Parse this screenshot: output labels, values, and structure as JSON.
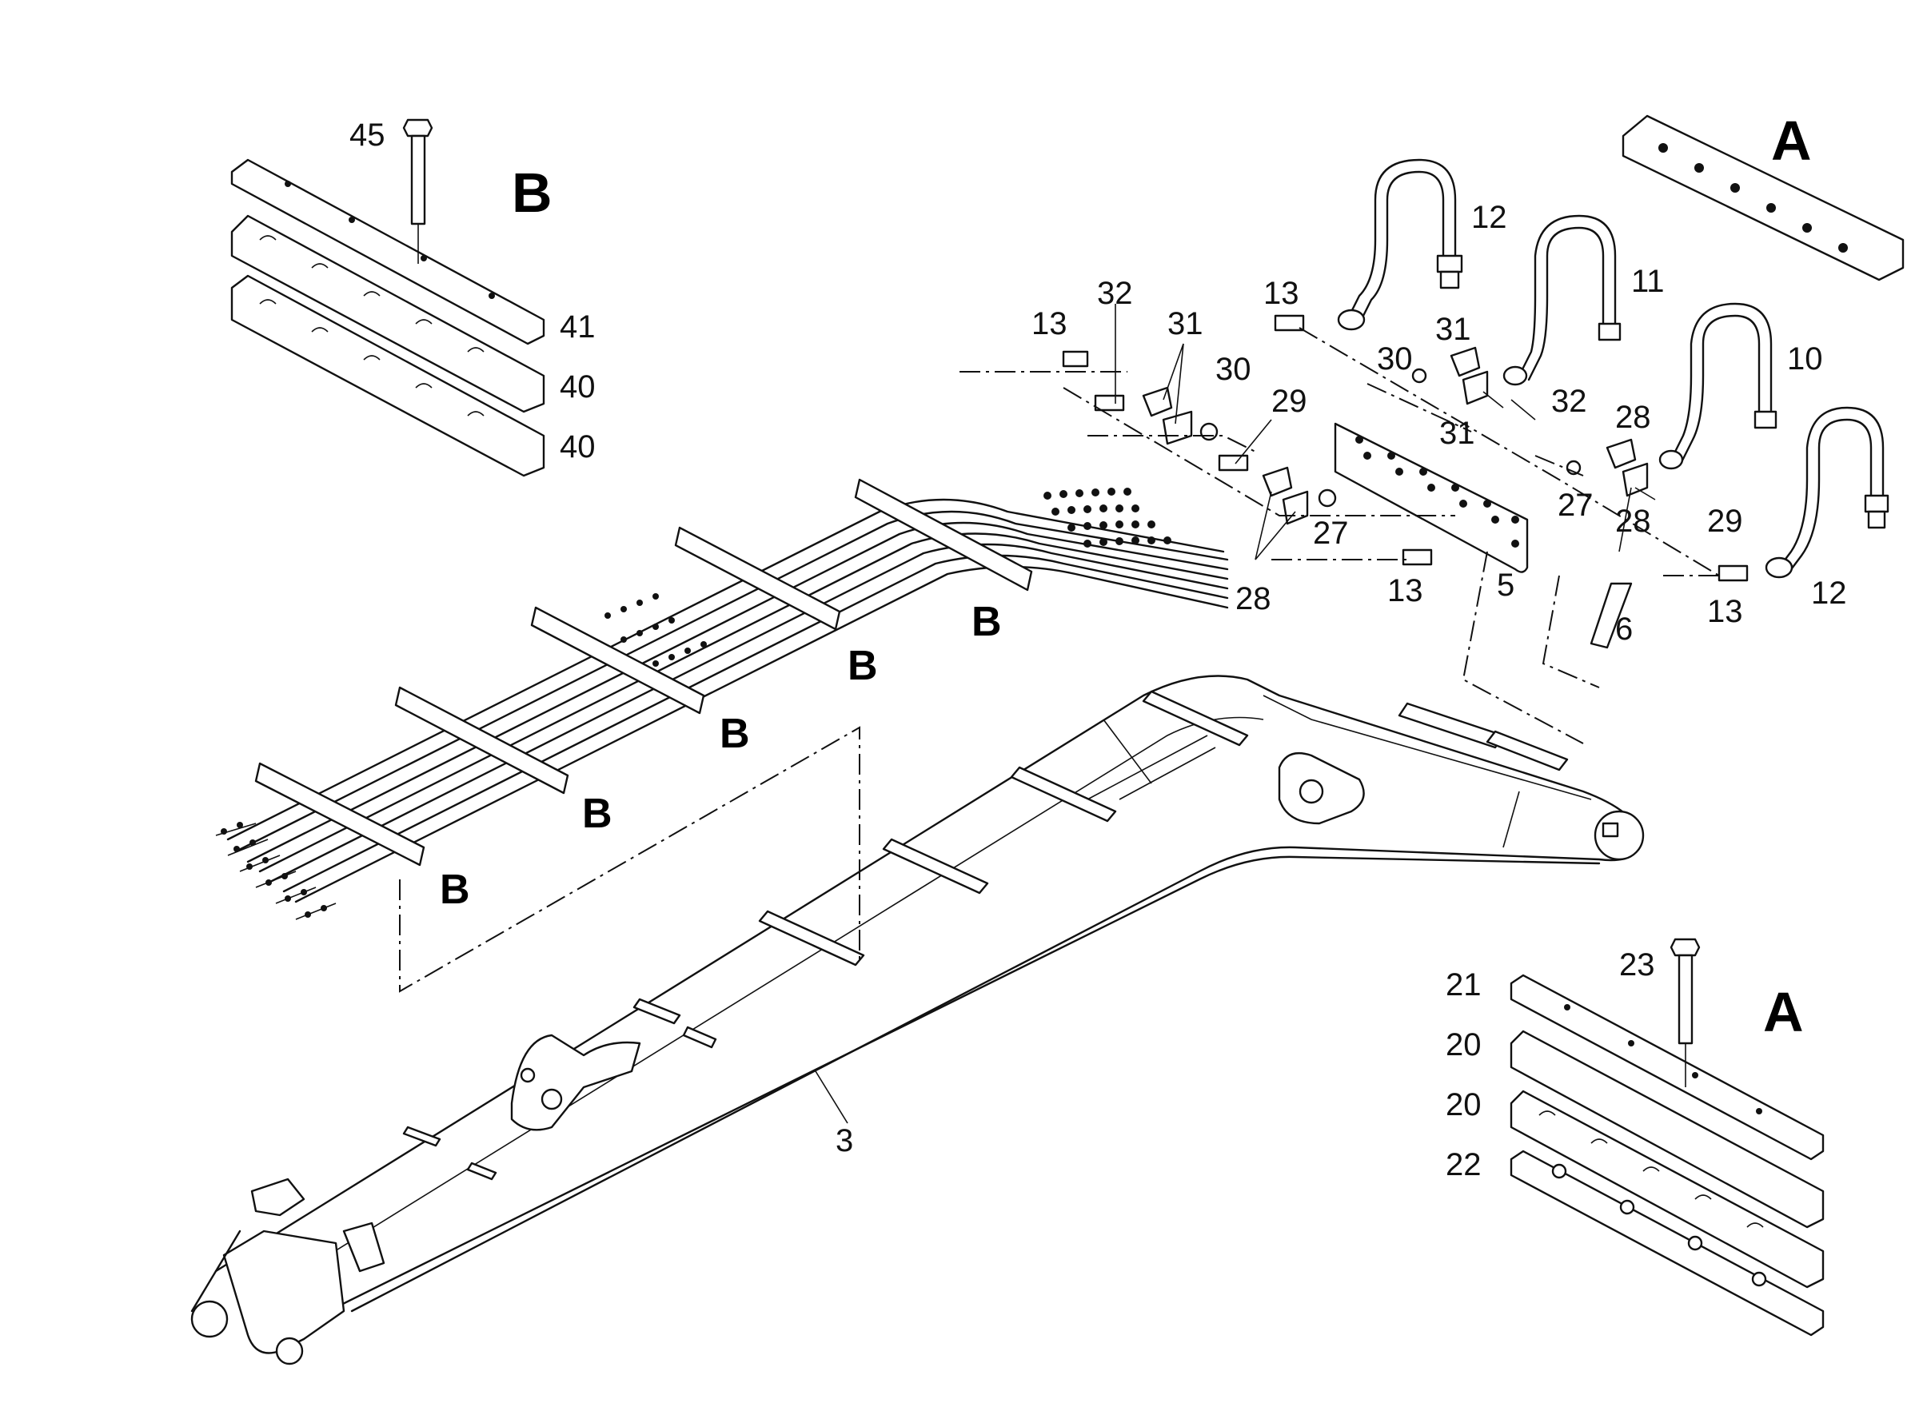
{
  "view_letters": {
    "a_top": "A",
    "b_top": "B",
    "a_detail": "A",
    "b1": "B",
    "b2": "B",
    "b3": "B",
    "b4": "B",
    "b5": "B"
  },
  "callouts": {
    "p45": "45",
    "p41": "41",
    "p40a": "40",
    "p40b": "40",
    "p32a": "32",
    "p13a": "13",
    "p31a": "31",
    "p30a": "30",
    "p29a": "29",
    "p28a": "28",
    "p27a": "27",
    "p13b": "13",
    "p5": "5",
    "p6": "6",
    "p13c": "13",
    "p12a": "12",
    "p30b": "30",
    "p31b": "31",
    "p32b": "32",
    "p31c": "31",
    "p11": "11",
    "p10": "10",
    "p28b": "28",
    "p27b": "27",
    "p28c": "28",
    "p29b": "29",
    "p13d": "13",
    "p12b": "12",
    "p3": "3",
    "p23": "23",
    "p21": "21",
    "p20a": "20",
    "p20b": "20",
    "p22": "22"
  }
}
